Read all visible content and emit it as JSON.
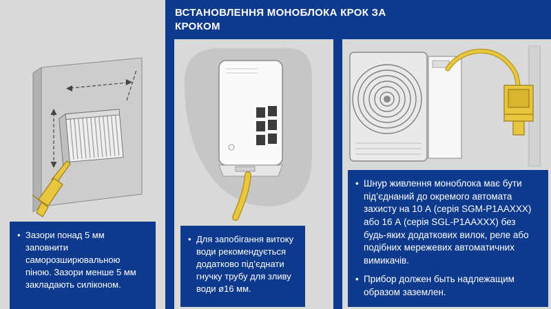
{
  "header": {
    "title": "ВСТАНОВЛЕННЯ МОНОБЛОКА КРОК ЗА КРОКОМ"
  },
  "steps": [
    {
      "illustration": "wall-hole-sealant-gun",
      "bullets": [
        "Зазори понад 5 мм заповнити саморозширювальною піною. Зазори менше 5 мм закладають силіконом."
      ]
    },
    {
      "illustration": "monoblock-drain-tube",
      "bullets": [
        "Для запобігання витоку води рекомендується додатково під’єднати гнучку трубу для зливу води ø16 мм."
      ]
    },
    {
      "illustration": "fan-unit-power-cord-breaker-box",
      "bullets": [
        "Шнур живлення моноблока має бути під’єднаний до окремого автомата захисту на 10 А (серія SGM-P1AAXXX) або 16 А (серія SGL-P1AAXXX) без будь-яких додаткових вилок, реле або подібних мережевих автоматичних вимикачів.",
        "Прибор должен быть надлежащим образом заземлен."
      ]
    }
  ],
  "colors": {
    "accent_blue": "#0e3a8d",
    "background_gray": "#d9d9d9",
    "highlight_yellow": "#e8c63e",
    "text_white": "#ffffff"
  }
}
